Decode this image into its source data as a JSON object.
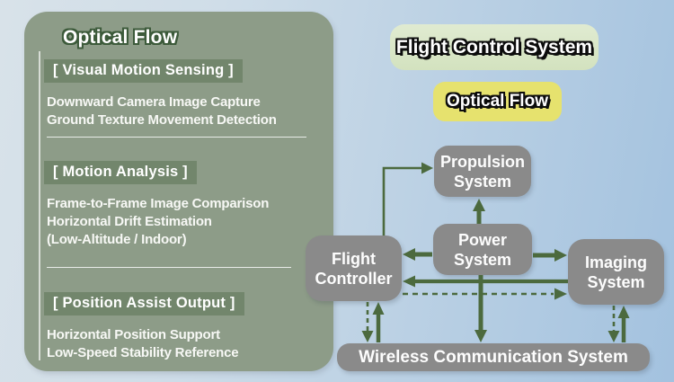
{
  "panel": {
    "title": "Optical Flow",
    "sections": [
      {
        "header": "[ Visual Motion Sensing ]",
        "lines": [
          "Downward Camera Image Capture",
          "Ground Texture Movement Detection"
        ]
      },
      {
        "header": "[ Motion Analysis ]",
        "lines": [
          "Frame-to-Frame Image Comparison",
          "Horizontal Drift Estimation",
          "(Low-Altitude / Indoor)"
        ]
      },
      {
        "header": "[ Position Assist Output ]",
        "lines": [
          "Horizontal Position Support",
          "Low-Speed Stability Reference"
        ]
      }
    ]
  },
  "flowchart": {
    "title_badge": "Flight Control System",
    "highlight_badge": "Optical Flow",
    "nodes": {
      "propulsion": {
        "line1": "Propulsion",
        "line2": "System"
      },
      "power": {
        "line1": "Power",
        "line2": "System"
      },
      "flight_controller": {
        "line1": "Flight",
        "line2": "Controller"
      },
      "imaging": {
        "line1": "Imaging",
        "line2": "System"
      },
      "wireless": {
        "label": "Wireless Communication System"
      }
    },
    "edges": [
      {
        "from": "flight-controller",
        "to": "propulsion-system",
        "style": "solid"
      },
      {
        "from": "power-system",
        "to": "propulsion-system",
        "style": "solid"
      },
      {
        "from": "power-system",
        "to": "flight-controller",
        "style": "solid"
      },
      {
        "from": "power-system",
        "to": "imaging-system",
        "style": "solid"
      },
      {
        "from": "power-system",
        "to": "wireless-communication-system",
        "style": "solid"
      },
      {
        "from": "imaging-system",
        "to": "flight-controller",
        "style": "solid"
      },
      {
        "from": "flight-controller",
        "to": "imaging-system",
        "style": "dashed"
      },
      {
        "from": "flight-controller",
        "to": "wireless-communication-system",
        "style": "dashed"
      },
      {
        "from": "wireless-communication-system",
        "to": "flight-controller",
        "style": "solid"
      },
      {
        "from": "imaging-system",
        "to": "wireless-communication-system",
        "style": "dashed"
      },
      {
        "from": "wireless-communication-system",
        "to": "imaging-system",
        "style": "solid"
      }
    ]
  },
  "colors": {
    "background_start": "#d8e2e9",
    "background_end": "#a3c2df",
    "panel_bg": "#8d9c88",
    "section_header_bg": "#72866c",
    "panel_title_outline": "#3c5a3a",
    "title_badge_bg": "#d9e6c4",
    "highlight_badge_bg": "#e6e26e",
    "node_bg": "#8a8a8a",
    "arrow": "#4c6a3e"
  }
}
